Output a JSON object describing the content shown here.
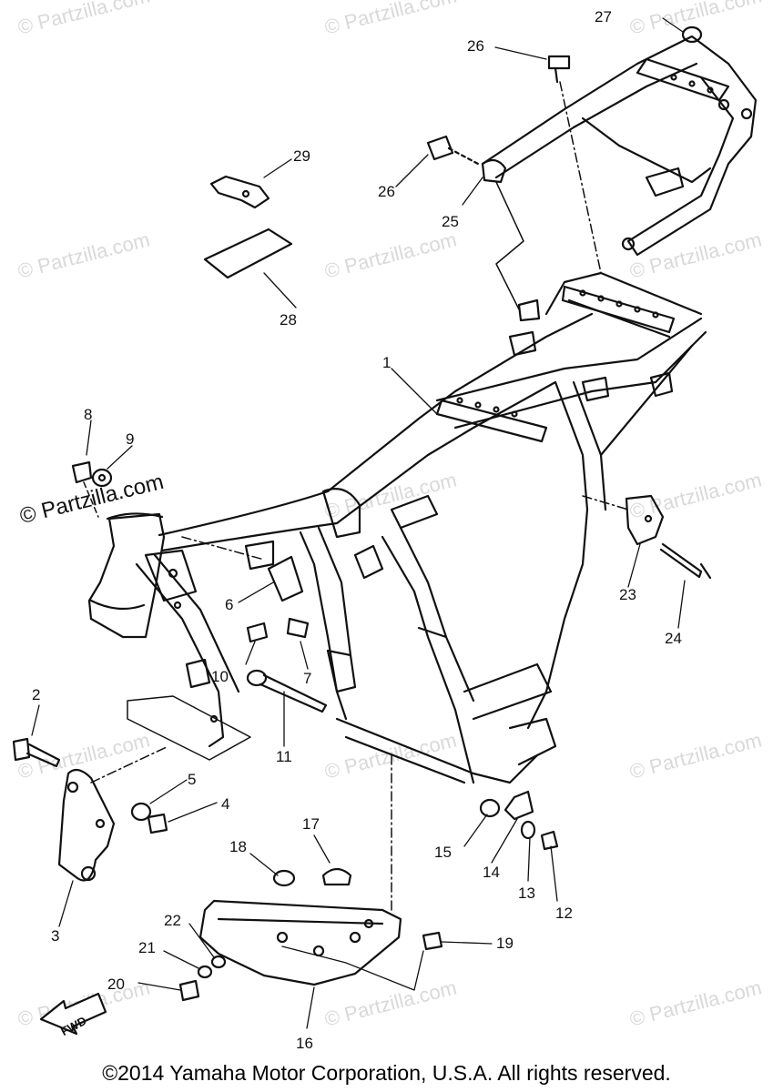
{
  "watermarks": {
    "faint": "© Partzilla.com",
    "strong": "© Partzilla.com"
  },
  "callouts": {
    "c1": "1",
    "c2": "2",
    "c3": "3",
    "c4": "4",
    "c5": "5",
    "c6": "6",
    "c7": "7",
    "c8": "8",
    "c9": "9",
    "c10": "10",
    "c11": "11",
    "c12": "12",
    "c13": "13",
    "c14": "14",
    "c15": "15",
    "c16": "16",
    "c17": "17",
    "c18": "18",
    "c19": "19",
    "c20": "20",
    "c21": "21",
    "c22": "22",
    "c23": "23",
    "c24": "24",
    "c25": "25",
    "c26a": "26",
    "c26b": "26",
    "c27": "27",
    "c28": "28",
    "c29": "29"
  },
  "fwd_label": "FWD",
  "copyright": "©2014  Yamaha Motor Corporation, U.S.A. All rights reserved.",
  "colors": {
    "ink": "#111111",
    "watermark": "#d9d9d9",
    "background": "#ffffff"
  }
}
